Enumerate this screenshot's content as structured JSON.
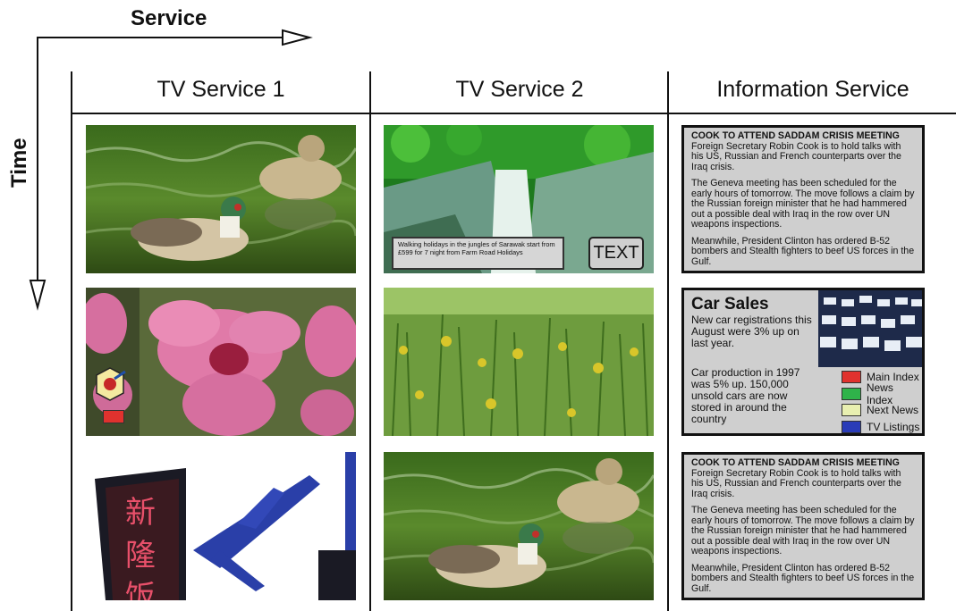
{
  "axes": {
    "horizontal_label": "Service",
    "vertical_label": "Time"
  },
  "columns": [
    "TV Service 1",
    "TV Service 2",
    "Information Service"
  ],
  "tv_service_2_row1": {
    "ticker_text": "Walking holidays in the jungles of Sarawak start from £599 for 7 night from Farm Road Holidays",
    "text_button": "TEXT"
  },
  "news_page": {
    "headline": "COOK TO ATTEND SADDAM CRISIS MEETING",
    "paragraphs": [
      "Foreign Secretary Robin Cook is to hold talks with his US, Russian and French counterparts over the Iraq crisis.",
      "The Geneva meeting has been scheduled for the early hours of tomorrow. The move follows a claim by the Russian foreign minister that he had hammered out a possible deal with Iraq in the row over UN weapons inspections.",
      "Meanwhile, President Clinton has ordered B-52 bombers and Stealth fighters to beef US forces in the Gulf."
    ]
  },
  "car_sales_page": {
    "title": "Car Sales",
    "para1": "New car registrations this August were 3% up on last year.",
    "para2": "Car production in 1997 was 5% up. 150,000 unsold cars are now stored in around the country",
    "menu": [
      {
        "label": "Main Index",
        "color": "#e0322e"
      },
      {
        "label": "News Index",
        "color": "#2fb34a"
      },
      {
        "label": "Next News",
        "color": "#e8efb0"
      },
      {
        "label": "TV Listings",
        "color": "#2a3cb8"
      }
    ]
  },
  "sign_characters": [
    "新",
    "隆",
    "饭"
  ]
}
